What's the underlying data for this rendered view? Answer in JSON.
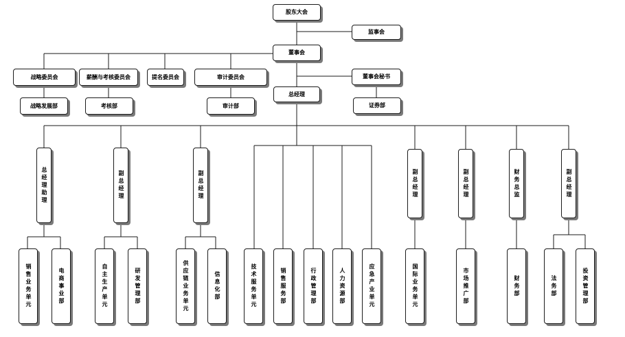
{
  "nodes": {
    "gdh": "股东大会",
    "jsh": "监事会",
    "dsh": "董事会",
    "zlwyh": "战略委员会",
    "xckh": "薪酬与考核委员会",
    "tmwyh": "提名委员会",
    "sjwyh": "审计委员会",
    "dshms": "董事会秘书",
    "zjl": "总经理",
    "zlfzb": "战略发展部",
    "khb": "考核部",
    "sjb": "审计部",
    "zqb": "证券部",
    "zjlzl": "总经理助理",
    "fzjl1": "副总经理",
    "fzjl2": "副总经理",
    "fzjl3": "副总经理",
    "fzjl4": "副总经理",
    "cwzj": "财务总监",
    "fzjl5": "副总经理",
    "xsyw": "销售业务单元",
    "dsyb": "电商事业部",
    "zzsc": "自主生产单元",
    "yfgl": "研发管理部",
    "gylyw": "供应链业务单元",
    "xxh": "信息化部",
    "jsfw": "技术服务单元",
    "xsfw": "销售服务部",
    "xzgl": "行政管理部",
    "rlzy": "人力资源部",
    "yjcy": "应急产业单元",
    "gjyw": "国际业务单元",
    "sctg": "市场推广部",
    "cwb": "财务部",
    "fwb": "法务部",
    "tzgl": "投资管理部"
  }
}
